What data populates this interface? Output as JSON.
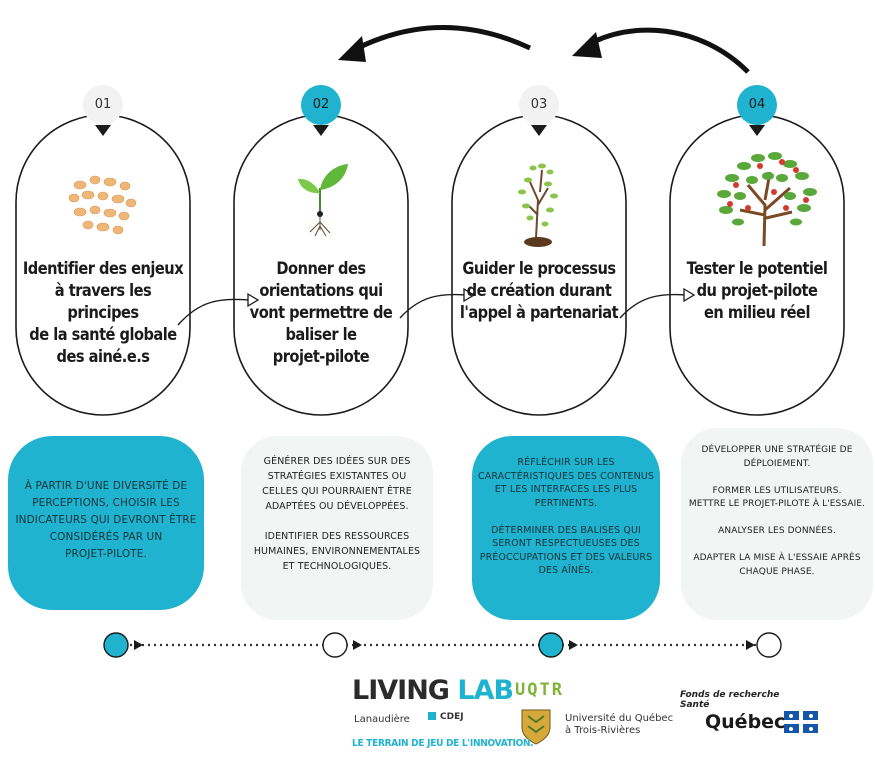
{
  "steps": [
    {
      "number": "01",
      "title": "Identifier des enjeux\nà travers les principes\nde la santé globale\ndes ainé.e.s",
      "description": "À partir d'une diversité de\nperceptions, choisir les\nindicateurs qui devront être\nconsidérés par un\nprojet-pilote.",
      "highlighted": false
    },
    {
      "number": "02",
      "title": "Donner des\norientations qui\nvont permettre de\nbaliser le\nprojet-pilote",
      "description": "Générer des idées sur des\nstratégies existantes ou\ncelles qui pourraient être\nadaptées ou développées.\n\nIdentifier des ressources\nhumaines, environnementales\net technologiques.",
      "highlighted": true
    },
    {
      "number": "03",
      "title": "Guider le processus\nde création durant\nl'appel à partenariat",
      "description": "Réfléchir sur les\ncaractéristiques des contenus\net les interfaces les plus\npertinents.\n\nDéterminer des balises qui\nseront respectueuses des\npréoccupations et des valeurs\ndes aînés.",
      "highlighted": false
    },
    {
      "number": "04",
      "title": "Tester le potentiel\ndu projet-pilote\nen milieu réel",
      "description": "Développer une stratégie de\ndéploiement.\n\nFormer les utilisateurs.\nMettre le projet-pilote à l'essaie.\n\nAnalyser les données.\n\nAdapter la mise à l'essaie après\nchaque phase.",
      "highlighted": true
    }
  ],
  "colors": {
    "accent": "#1fb3cf",
    "light_bg": "#f3f4f4",
    "dark": "#1b1b1b",
    "green": "#6ebe3b"
  },
  "icons": [
    "seeds-icon",
    "sprout-icon",
    "sapling-icon",
    "fruit-tree-icon"
  ],
  "logos": {
    "living_lab": {
      "word1": "LIVING",
      "word2": "LAB",
      "region": "Lanaudière",
      "partner": "CDEJ",
      "tagline": "LE TERRAIN DE JEU DE L'INNOVATION."
    },
    "uqtr": {
      "acronym": "UQTR",
      "name": "Université du Québec\nà Trois-Rivières"
    },
    "frq": {
      "label": "Fonds de recherche\nSanté",
      "name": "Québec"
    }
  }
}
